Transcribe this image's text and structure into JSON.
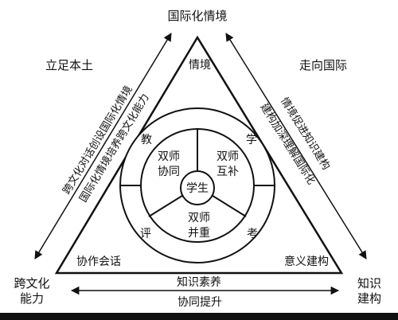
{
  "corners": {
    "top": "国际化情境",
    "bottom_left": [
      "跨文化",
      "能力"
    ],
    "bottom_right": [
      "知识",
      "建构"
    ]
  },
  "sides": {
    "upper_left": "立足本土",
    "upper_right": "走向国际"
  },
  "triangle": {
    "top_label": "情境",
    "bottom_left_label": "协作会话",
    "bottom_right_label": "意义建构",
    "bottom_label": "知识素养"
  },
  "arrows": {
    "left_outer": "跨文化对话创设国际化情境",
    "left_inner": "国际化情境培养跨文化能力",
    "right_outer": "情境促进知识建构",
    "right_inner": "建构加深理解国际化",
    "bottom": "协同提升"
  },
  "circle": {
    "center": "学生",
    "segments": {
      "left": [
        "双师",
        "协同"
      ],
      "right": [
        "双师",
        "互补"
      ],
      "bottom": [
        "双师",
        "并重"
      ]
    },
    "ring_chars": {
      "teach": "教",
      "learn": "学",
      "evaluate": "评",
      "examine": "考"
    }
  }
}
